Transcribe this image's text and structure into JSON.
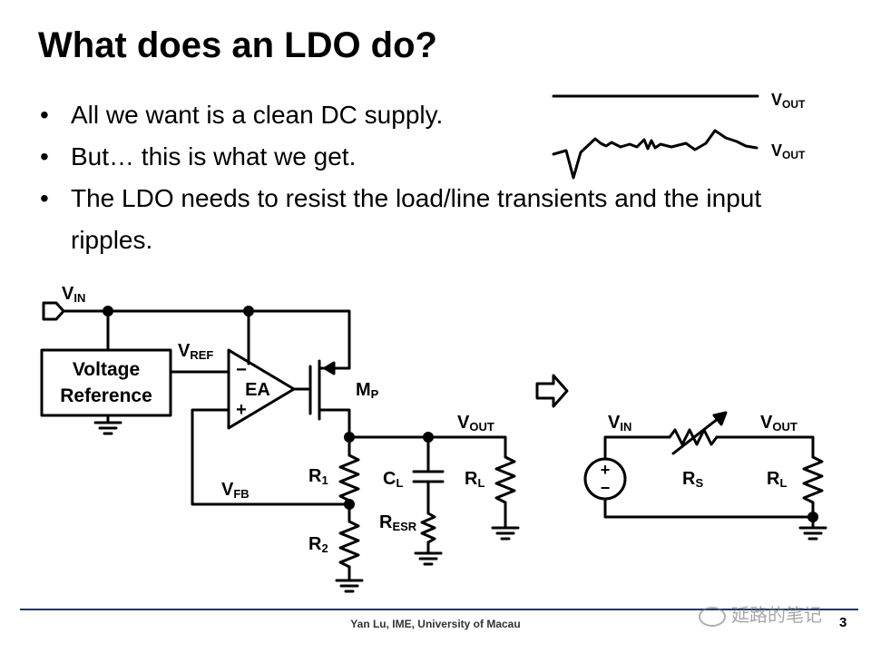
{
  "slide": {
    "title": "What does an LDO do?",
    "bullets": [
      "All we want is a clean DC supply.",
      "But… this is what we get.",
      "The LDO needs to resist the load/line transients and the input ripples."
    ]
  },
  "waveforms": {
    "clean_label_main": "V",
    "clean_label_sub": "OUT",
    "noisy_label_main": "V",
    "noisy_label_sub": "OUT"
  },
  "circuit": {
    "vin_main": "V",
    "vin_sub": "IN",
    "vref_main": "V",
    "vref_sub": "REF",
    "vref_block_line1": "Voltage",
    "vref_block_line2": "Reference",
    "ea_label": "EA",
    "ea_minus": "−",
    "ea_plus": "+",
    "mp_main": "M",
    "mp_sub": "P",
    "vout_main": "V",
    "vout_sub": "OUT",
    "r1_main": "R",
    "r1_sub": "1",
    "r2_main": "R",
    "r2_sub": "2",
    "vfb_main": "V",
    "vfb_sub": "FB",
    "cl_main": "C",
    "cl_sub": "L",
    "resr_main": "R",
    "resr_sub": "ESR",
    "rl_main": "R",
    "rl_sub": "L"
  },
  "equivalent": {
    "vin_main": "V",
    "vin_sub": "IN",
    "vout_main": "V",
    "vout_sub": "OUT",
    "rs_main": "R",
    "rs_sub": "S",
    "rl_main": "R",
    "rl_sub": "L",
    "src_plus": "+",
    "src_minus": "−"
  },
  "footer": {
    "text": "Yan Lu, IME, University of Macau",
    "page": "3",
    "watermark": "延路的笔记"
  }
}
